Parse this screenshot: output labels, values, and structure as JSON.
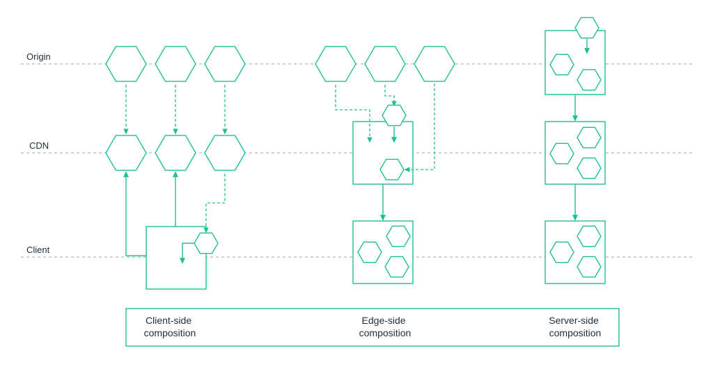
{
  "tiers": {
    "origin": "Origin",
    "cdn": "CDN",
    "client": "Client"
  },
  "legend": {
    "client_side": [
      "Client-side",
      "composition"
    ],
    "edge_side": [
      "Edge-side",
      "composition"
    ],
    "server_side": [
      "Server-side",
      "composition"
    ]
  },
  "colors": {
    "accent": "#1dbf94",
    "text": "#1f2d3a",
    "guide": "#9aa4ad"
  }
}
